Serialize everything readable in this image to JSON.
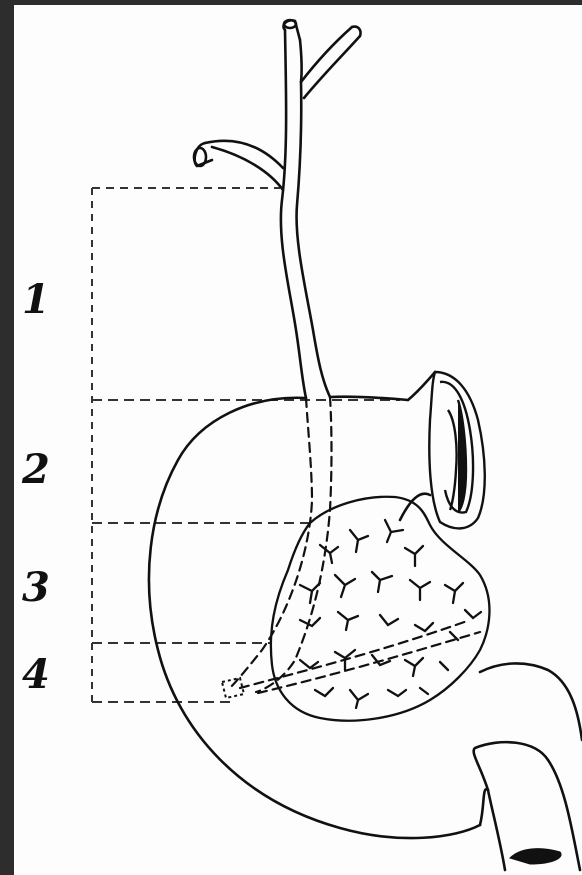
{
  "diagram": {
    "labels": {
      "one": "1",
      "two": "2",
      "three": "3",
      "four": "4"
    },
    "colors": {
      "background": "#2d2d2d",
      "paper": "#fdfdfd",
      "ink": "#111111"
    }
  }
}
